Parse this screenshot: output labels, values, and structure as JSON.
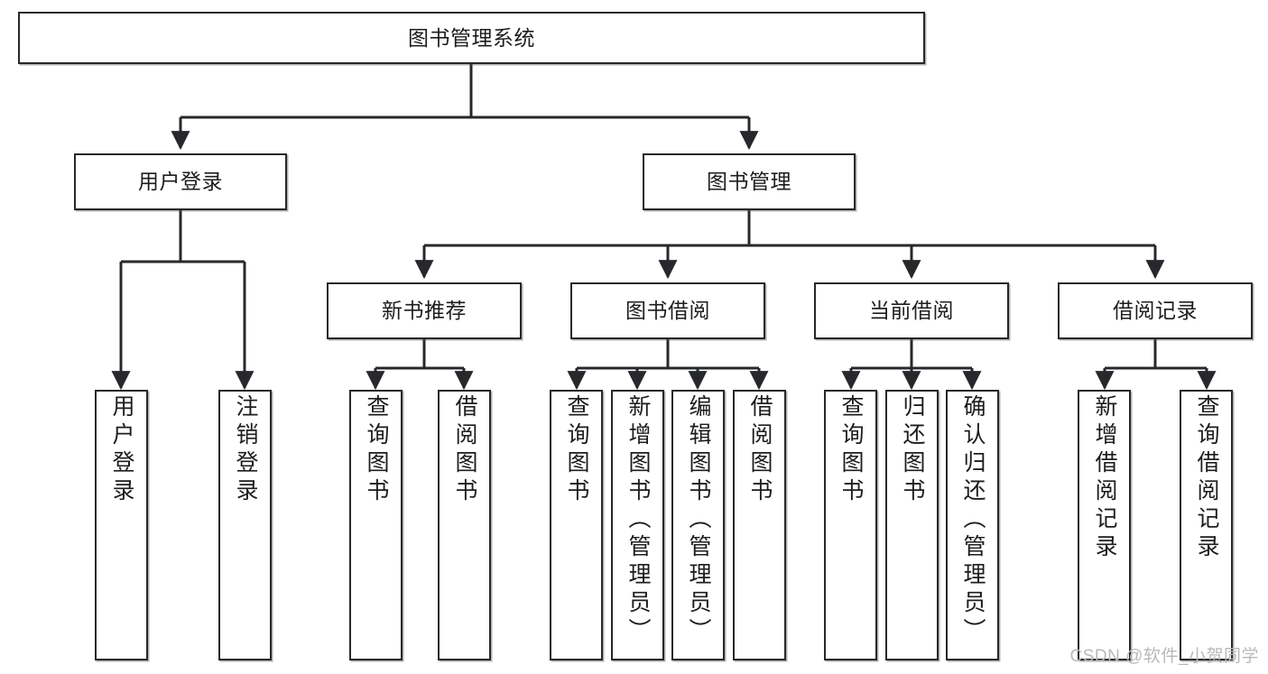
{
  "diagram": {
    "title": "图书管理系统",
    "type": "tree",
    "watermark": "CSDN @软件_小贺同学",
    "style": {
      "box_fill": "#ffffff",
      "box_stroke": "#27282b",
      "connector_color": "#27282b",
      "text_color": "#1d1d1f",
      "background": "#ffffff",
      "watermark_color": "#b9b9b9"
    },
    "root": {
      "label": "图书管理系统"
    },
    "level1": [
      {
        "label": "用户登录"
      },
      {
        "label": "图书管理"
      }
    ],
    "level2": [
      {
        "label": "新书推荐"
      },
      {
        "label": "图书借阅"
      },
      {
        "label": "当前借阅"
      },
      {
        "label": "借阅记录"
      }
    ],
    "leaves": {
      "user_login": [
        {
          "label": "用户登录"
        },
        {
          "label": "注销登录"
        }
      ],
      "new_book": [
        {
          "label": "查询图书"
        },
        {
          "label": "借阅图书"
        }
      ],
      "book_borrow": [
        {
          "label": "查询图书"
        },
        {
          "label": "新增图书（管理员）"
        },
        {
          "label": "编辑图书（管理员）"
        },
        {
          "label": "借阅图书"
        }
      ],
      "current_borrow": [
        {
          "label": "查询图书"
        },
        {
          "label": "归还图书"
        },
        {
          "label": "确认归还（管理员）"
        }
      ],
      "borrow_record": [
        {
          "label": "新增借阅记录"
        },
        {
          "label": "查询借阅记录"
        }
      ]
    }
  }
}
